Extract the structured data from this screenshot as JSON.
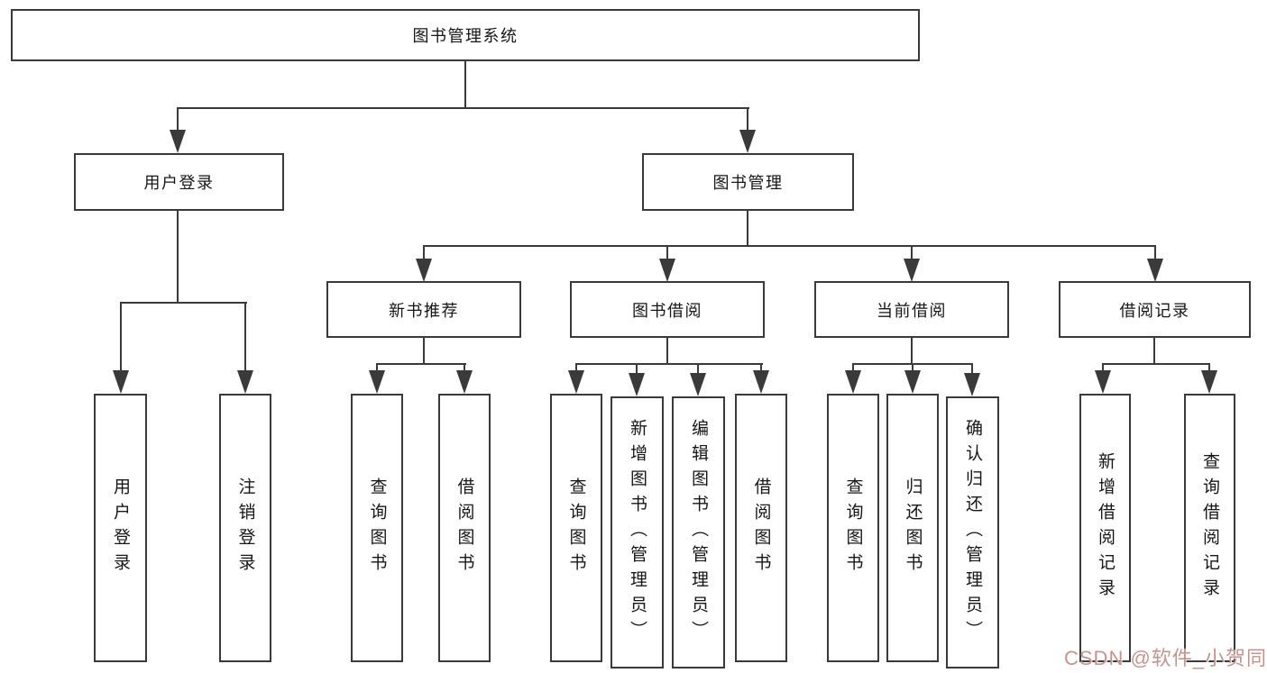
{
  "tree": {
    "label": "图书管理系统",
    "children": [
      {
        "label": "用户登录",
        "children": [
          {
            "label": "用户登录"
          },
          {
            "label": "注销登录"
          }
        ]
      },
      {
        "label": "图书管理",
        "children": [
          {
            "label": "新书推荐",
            "children": [
              {
                "label": "查询图书"
              },
              {
                "label": "借阅图书"
              }
            ]
          },
          {
            "label": "图书借阅",
            "children": [
              {
                "label": "查询图书"
              },
              {
                "label": "新增图书（管理员）"
              },
              {
                "label": "编辑图书（管理员）"
              },
              {
                "label": "借阅图书"
              }
            ]
          },
          {
            "label": "当前借阅",
            "children": [
              {
                "label": "查询图书"
              },
              {
                "label": "归还图书"
              },
              {
                "label": "确认归还（管理员）"
              }
            ]
          },
          {
            "label": "借阅记录",
            "children": [
              {
                "label": "新增借阅记录"
              },
              {
                "label": "查询借阅记录"
              }
            ]
          }
        ]
      }
    ]
  },
  "watermark": {
    "text": "CSDN @软件_小贺同学"
  },
  "colors": {
    "background": "#ffffff",
    "line": "#3a3a3a",
    "box_border": "#3a3a3a",
    "text": "#161616",
    "watermark": "#c9928d"
  }
}
